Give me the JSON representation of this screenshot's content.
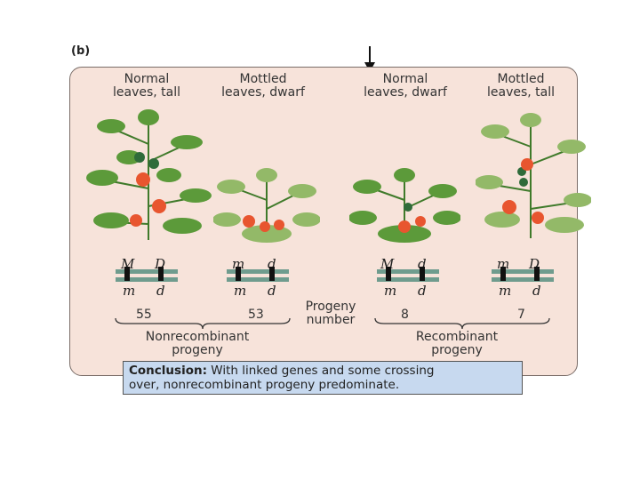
{
  "panel_label": "(b)",
  "phenotypes": [
    {
      "line1": "Normal",
      "line2": "leaves, tall"
    },
    {
      "line1": "Mottled",
      "line2": "leaves, dwarf"
    },
    {
      "line1": "Normal",
      "line2": "leaves, dwarf"
    },
    {
      "line1": "Mottled",
      "line2": "leaves, tall"
    }
  ],
  "genotypes": [
    {
      "top_left": "M",
      "top_right": "D",
      "bottom_left": "m",
      "bottom_right": "d"
    },
    {
      "top_left": "m",
      "top_right": "d",
      "bottom_left": "m",
      "bottom_right": "d"
    },
    {
      "top_left": "M",
      "top_right": "d",
      "bottom_left": "m",
      "bottom_right": "d"
    },
    {
      "top_left": "m",
      "top_right": "D",
      "bottom_left": "m",
      "bottom_right": "d"
    }
  ],
  "progeny_numbers": [
    "55",
    "53",
    "8",
    "7"
  ],
  "progeny_label": {
    "line1": "Progeny",
    "line2": "number"
  },
  "groups": {
    "nonrecombinant": {
      "line1": "Nonrecombinant",
      "line2": "progeny"
    },
    "recombinant": {
      "line1": "Recombinant",
      "line2": "progeny"
    }
  },
  "conclusion": {
    "label": "Conclusion:",
    "line1": " With linked genes and some crossing",
    "line2": "over, nonrecombinant progeny predominate."
  },
  "colors": {
    "panel_bg": "#f7e3da",
    "chromosome": "#6f9c8e",
    "conclusion_bg": "#c7d9ef",
    "tomato": "#e8552f",
    "leaf": "#5c9a3a"
  }
}
